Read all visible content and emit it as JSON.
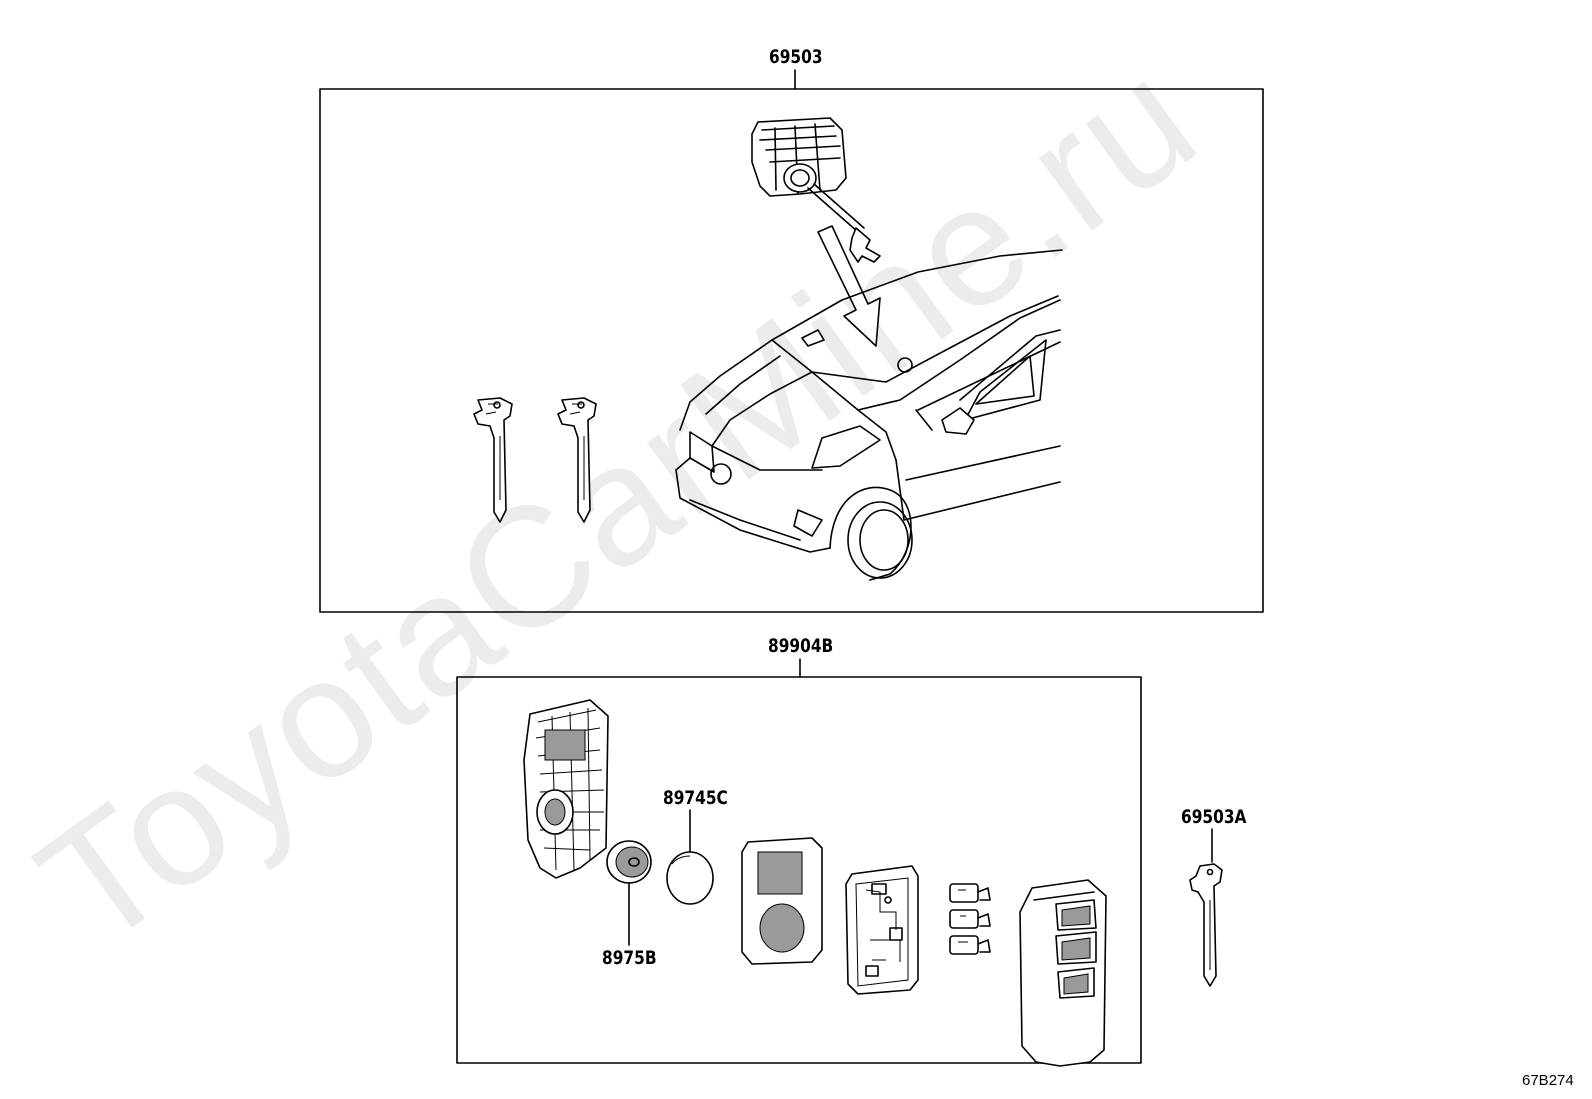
{
  "watermark": "ToyotaCarMine.ru",
  "diagram_code": "67B274",
  "labels": {
    "top_group": "69503",
    "bottom_group": "89904B",
    "cr_battery": "89745C",
    "battery_cover": "8975B",
    "spare_key": "69503A"
  },
  "icons": {
    "lock_cylinder": "ignition-lock-cylinder-icon",
    "car": "vehicle-front-view-icon",
    "key": "key-blade-icon",
    "fob_case": "smart-key-case-icon"
  }
}
